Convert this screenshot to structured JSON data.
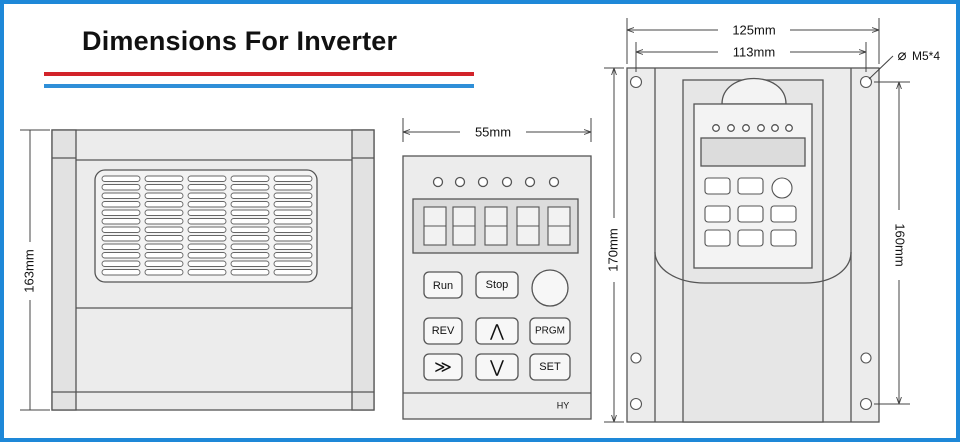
{
  "title": "Dimensions For Inverter",
  "colors": {
    "border": "#1e88d8",
    "stripe_red": "#d2232a",
    "stripe_blue": "#2f8fd8",
    "line": "#555555"
  },
  "dimensions": {
    "side_height": "163mm",
    "front_width": "55mm",
    "rear_outer_width": "125mm",
    "rear_hole_width": "113mm",
    "rear_outer_height": "170mm",
    "rear_hole_height": "160mm",
    "mount_holes": "M5*4",
    "hole_symbol": "⌀"
  },
  "keypad": {
    "run": "Run",
    "stop": "Stop",
    "rev": "REV",
    "up": "⋀",
    "prgm": "PRGM",
    "shift": "≫",
    "down": "⋁",
    "set": "SET",
    "brand": "HY"
  }
}
